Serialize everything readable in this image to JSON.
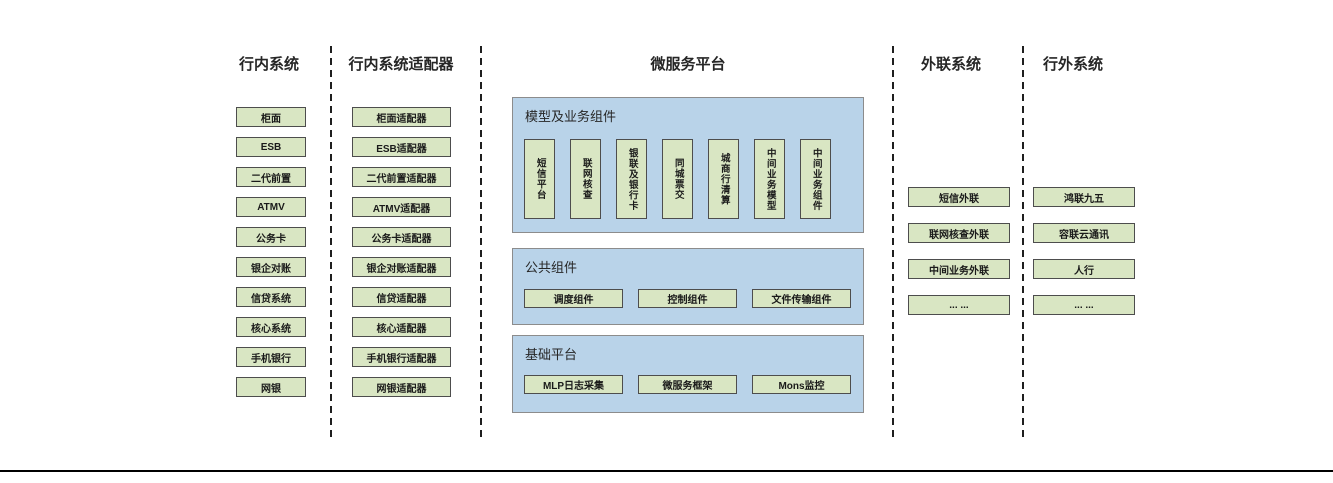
{
  "col_internal": {
    "title": "行内系统",
    "items": [
      "柜面",
      "ESB",
      "二代前置",
      "ATMV",
      "公务卡",
      "银企对账",
      "信贷系统",
      "核心系统",
      "手机银行",
      "网银"
    ]
  },
  "col_adapters": {
    "title": "行内系统适配器",
    "items": [
      "柜面适配器",
      "ESB适配器",
      "二代前置适配器",
      "ATMV适配器",
      "公务卡适配器",
      "银企对账适配器",
      "信贷适配器",
      "核心适配器",
      "手机银行适配器",
      "网银适配器"
    ]
  },
  "platform": {
    "title": "微服务平台",
    "sections": [
      {
        "label": "模型及业务组件",
        "items": [
          "短信平台",
          "联网核查",
          "银联及银行卡",
          "同城票交",
          "城商行清算",
          "中间业务模型",
          "中间业务组件"
        ]
      },
      {
        "label": "公共组件",
        "items": [
          "调度组件",
          "控制组件",
          "文件传输组件"
        ]
      },
      {
        "label": "基础平台",
        "items": [
          "MLP日志采集",
          "微服务框架",
          "Mons监控"
        ]
      }
    ]
  },
  "col_external": {
    "title": "外联系统",
    "items": [
      "短信外联",
      "联网核查外联",
      "中间业务外联",
      "... ..."
    ]
  },
  "col_outside": {
    "title": "行外系统",
    "items": [
      "鸿联九五",
      "容联云通讯",
      "人行",
      "... ..."
    ]
  },
  "colors": {
    "box_green": "#d9e6c3",
    "box_border": "#4d4d4d",
    "panel_blue": "#b9d3e9",
    "panel_border": "#8c8c8c"
  }
}
